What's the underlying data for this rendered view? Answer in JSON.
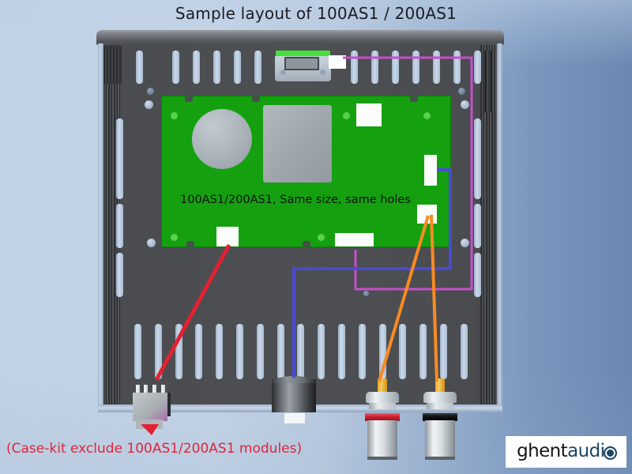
{
  "page": {
    "title": "Sample layout of 100AS1 / 200AS1",
    "footnote": "(Case-kit exclude 100AS1/200AS1 modules)",
    "background_color_left": "#c2d2e5",
    "background_color_right": "#6b88b1"
  },
  "logo": {
    "part_a": "ghent",
    "part_b": "audio",
    "color_a": "#15161a",
    "color_b": "#1d4563",
    "background": "#ffffff"
  },
  "chassis": {
    "body_color": "#4a4c50",
    "rail_color": "#c7d6e7",
    "vent_color": "#cbd9ea"
  },
  "pcb": {
    "label": "100AS1/200AS1, Same size, same holes",
    "board_color": "#15a010",
    "pad_color": "#fbfdfb",
    "hole_color": "#59d14f",
    "components": [
      {
        "name": "electrolytic-capacitor",
        "shape": "circle",
        "color": "#a9b1b8"
      },
      {
        "name": "amplifier-module",
        "shape": "rect",
        "color": "#9ea6ac"
      }
    ]
  },
  "connectors": {
    "iec_inlet": {
      "name": "iec-power-inlet",
      "accent_color": "#44e03c",
      "body_color": "#b8c2cd"
    },
    "terminal_block": {
      "name": "terminal-block",
      "body_color": "#b0b5ba",
      "pin_count": 4
    },
    "power_switch": {
      "name": "power-switch",
      "body_color": "#6e7278"
    },
    "rca_left": {
      "name": "rca-jack-right-channel",
      "ring_color": "#d42132",
      "ring_label": "red"
    },
    "rca_right": {
      "name": "rca-jack-left-channel",
      "ring_color": "#0d0d0f",
      "ring_label": "black"
    }
  },
  "wires": [
    {
      "name": "mains-live-wire",
      "color": "#e22132",
      "from": "pcb-bottom-left-pad",
      "to": "terminal-block"
    },
    {
      "name": "speaker-out-wire",
      "color": "#4a4ad6",
      "from": "pcb-right-pad",
      "to": "power-switch"
    },
    {
      "name": "mains-neutral-wire",
      "color": "#c450c8",
      "from": "iec-power-inlet",
      "to": "pcb-bottom-center-pad"
    },
    {
      "name": "signal-wire-right",
      "color": "#f98a22",
      "from": "pcb-right-lower-pad",
      "to": "rca-jack-right-channel"
    },
    {
      "name": "signal-wire-left",
      "color": "#f98a22",
      "from": "pcb-right-lower-pad",
      "to": "rca-jack-left-channel"
    }
  ]
}
